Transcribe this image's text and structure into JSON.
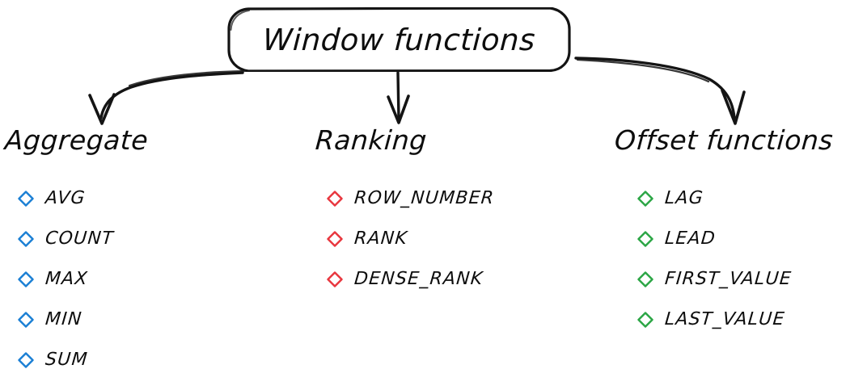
{
  "title": {
    "label": "Window functions"
  },
  "colors": {
    "stroke": "#141414",
    "aggregate": "#1a7fd4",
    "ranking": "#e8353d",
    "offset": "#2aa544",
    "text": "#0d0d0d",
    "background": "#ffffff"
  },
  "connectors": [
    {
      "name": "arrow-to-aggregate",
      "from": "title-box",
      "to": "Aggregate",
      "style": "curved-left"
    },
    {
      "name": "arrow-to-ranking",
      "from": "title-box",
      "to": "Ranking",
      "style": "straight-down"
    },
    {
      "name": "arrow-to-offset",
      "from": "title-box",
      "to": "Offset functions",
      "style": "curved-right"
    }
  ],
  "columns": [
    {
      "id": "aggregate",
      "heading": "Aggregate",
      "bullet_icon": "diamond-icon",
      "bullet_color": "#1a7fd4",
      "items": [
        {
          "label": "AVG"
        },
        {
          "label": "COUNT"
        },
        {
          "label": "MAX"
        },
        {
          "label": "MIN"
        },
        {
          "label": "SUM"
        }
      ]
    },
    {
      "id": "ranking",
      "heading": "Ranking",
      "bullet_icon": "diamond-icon",
      "bullet_color": "#e8353d",
      "items": [
        {
          "label": "ROW_NUMBER"
        },
        {
          "label": "RANK"
        },
        {
          "label": "DENSE_RANK"
        }
      ]
    },
    {
      "id": "offset",
      "heading": "Offset functions",
      "bullet_icon": "diamond-icon",
      "bullet_color": "#2aa544",
      "items": [
        {
          "label": "LAG"
        },
        {
          "label": "LEAD"
        },
        {
          "label": "FIRST_VALUE"
        },
        {
          "label": "LAST_VALUE"
        }
      ]
    }
  ]
}
